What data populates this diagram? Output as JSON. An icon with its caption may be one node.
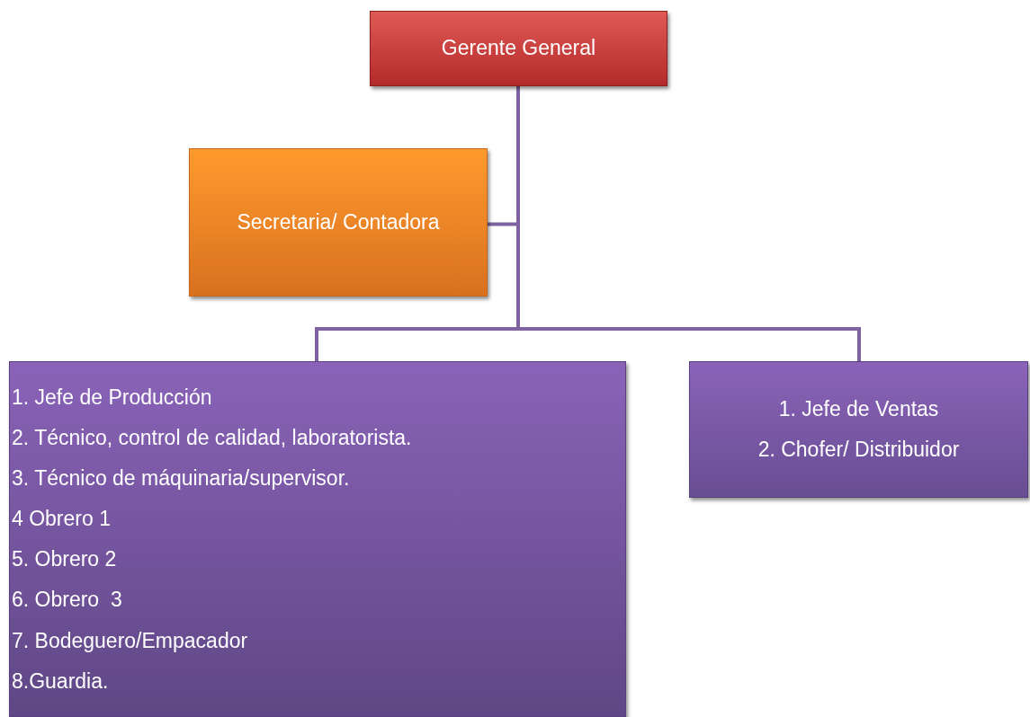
{
  "diagram": {
    "nodes": [
      {
        "text": [
          "Gerente General"
        ]
      },
      {
        "text": [
          "Secretaria/ Contadora"
        ]
      },
      {
        "text": [
          "1. Jefe de Producción",
          "2. Técnico, control de calidad, laboratorista.",
          "3. Técnico de máquinaria/supervisor.",
          "4 Obrero 1",
          "5. Obrero 2",
          "6. Obrero  3",
          "7. Bodeguero/Empacador",
          "8.Guardia."
        ]
      },
      {
        "text": [
          "1. Jefe de Ventas",
          "2. Chofer/ Distribuidor"
        ]
      }
    ],
    "edges": [
      {
        "from": 0,
        "to": 1,
        "arrow": "none"
      },
      {
        "from": 0,
        "to": 2,
        "arrow": "none"
      },
      {
        "from": 0,
        "to": 3,
        "arrow": "none"
      }
    ]
  }
}
